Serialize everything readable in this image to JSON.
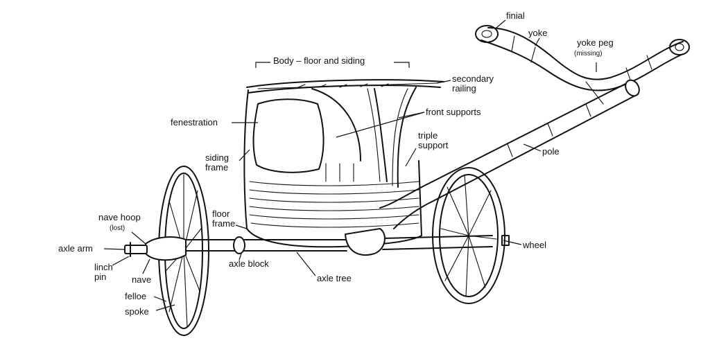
{
  "labels": {
    "body_floor_and_siding": "Body – floor and siding",
    "finial": "finial",
    "yoke": "yoke",
    "yoke_peg": "yoke peg",
    "yoke_peg_note": "(missing)",
    "secondary_railing_line1": "secondary",
    "secondary_railing_line2": "railing",
    "front_supports": "front supports",
    "triple_support_line1": "triple",
    "triple_support_line2": "support",
    "fenestration": "fenestration",
    "siding_frame_line1": "siding",
    "siding_frame_line2": "frame",
    "pole": "pole",
    "nave_hoop": "nave hoop",
    "nave_hoop_note": "(lost)",
    "floor_frame_line1": "floor",
    "floor_frame_line2": "frame",
    "axle_arm": "axle arm",
    "linch_pin_line1": "linch",
    "linch_pin_line2": "pin",
    "nave": "nave",
    "axle_block": "axle block",
    "axle_tree": "axle tree",
    "wheel": "wheel",
    "felloe": "felloe",
    "spoke": "spoke"
  },
  "colors": {
    "line": "#111111",
    "background": "#ffffff"
  }
}
